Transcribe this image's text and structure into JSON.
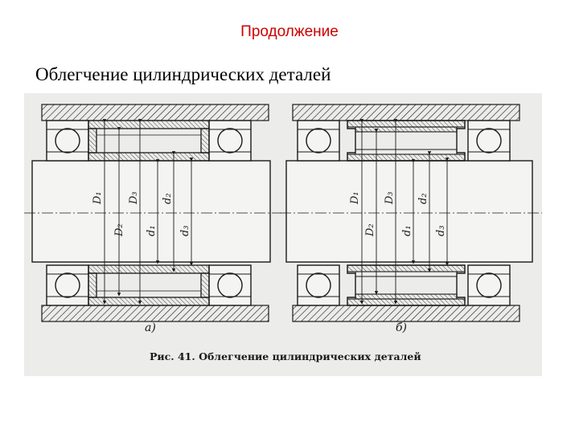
{
  "slide": {
    "title": "Продолжение",
    "heading": "Облегчение цилиндрических деталей"
  },
  "figure": {
    "caption": "Рис. 41. Облегчение цилиндрических деталей",
    "left_label": "а)",
    "right_label": "б)",
    "dimensions": {
      "D1": "D₁",
      "D2": "D₂",
      "D3": "D₃",
      "d1": "d₁",
      "d2": "d₂",
      "d3": "d₃"
    }
  },
  "colors": {
    "title": "#cc0000",
    "ink": "#1a1a1a",
    "paper": "#ececea"
  }
}
